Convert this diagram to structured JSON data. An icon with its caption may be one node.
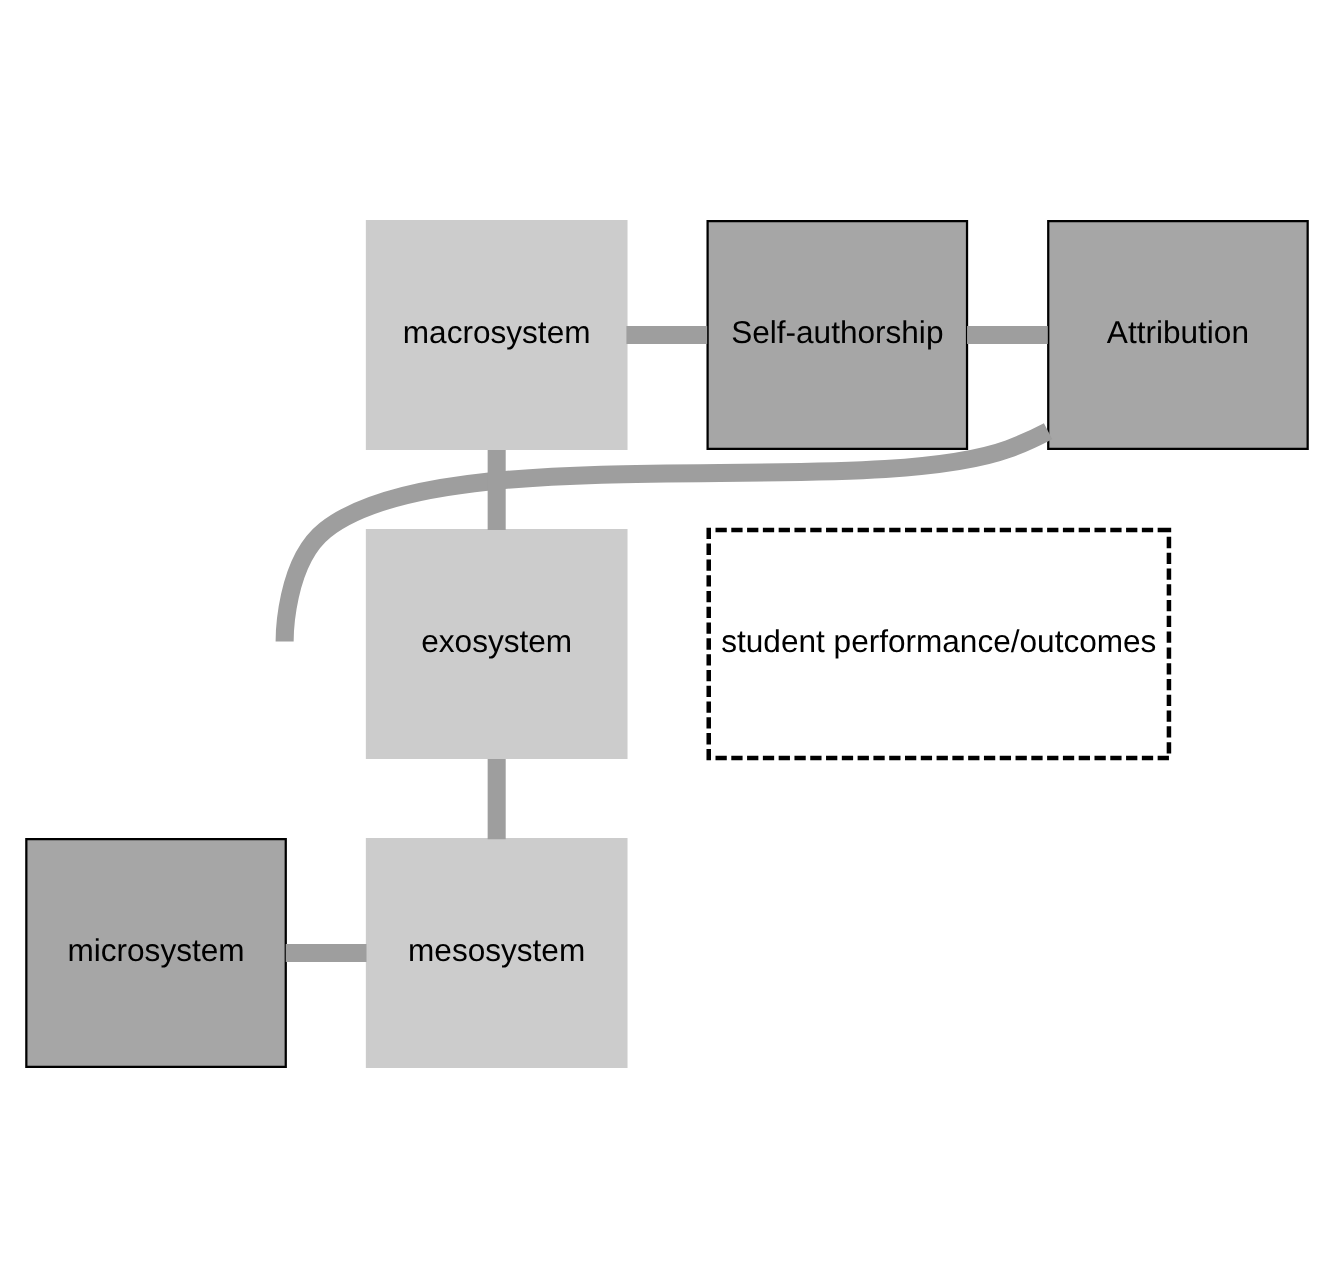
{
  "diagram": {
    "nodes": [
      {
        "text": [
          "Self-authorship"
        ]
      },
      {
        "text": [
          "Attribution"
        ]
      },
      {
        "text": [
          "macrosystem"
        ]
      },
      {
        "text": [
          "student performance/outcomes"
        ]
      },
      {
        "text": [
          "exosystem"
        ]
      },
      {
        "text": [
          "microsystem"
        ]
      },
      {
        "text": [
          "mesosystem"
        ]
      }
    ],
    "edges": [
      {
        "from": 0,
        "to": 1,
        "arrow": "none"
      },
      {
        "from": 1,
        "to": null,
        "arrow": "none"
      },
      {
        "from": 5,
        "to": 6,
        "arrow": "none"
      },
      {
        "from": 6,
        "to": 4,
        "arrow": "none"
      },
      {
        "from": 4,
        "to": 2,
        "arrow": "none"
      },
      {
        "from": 2,
        "to": 0,
        "arrow": "none"
      }
    ]
  }
}
